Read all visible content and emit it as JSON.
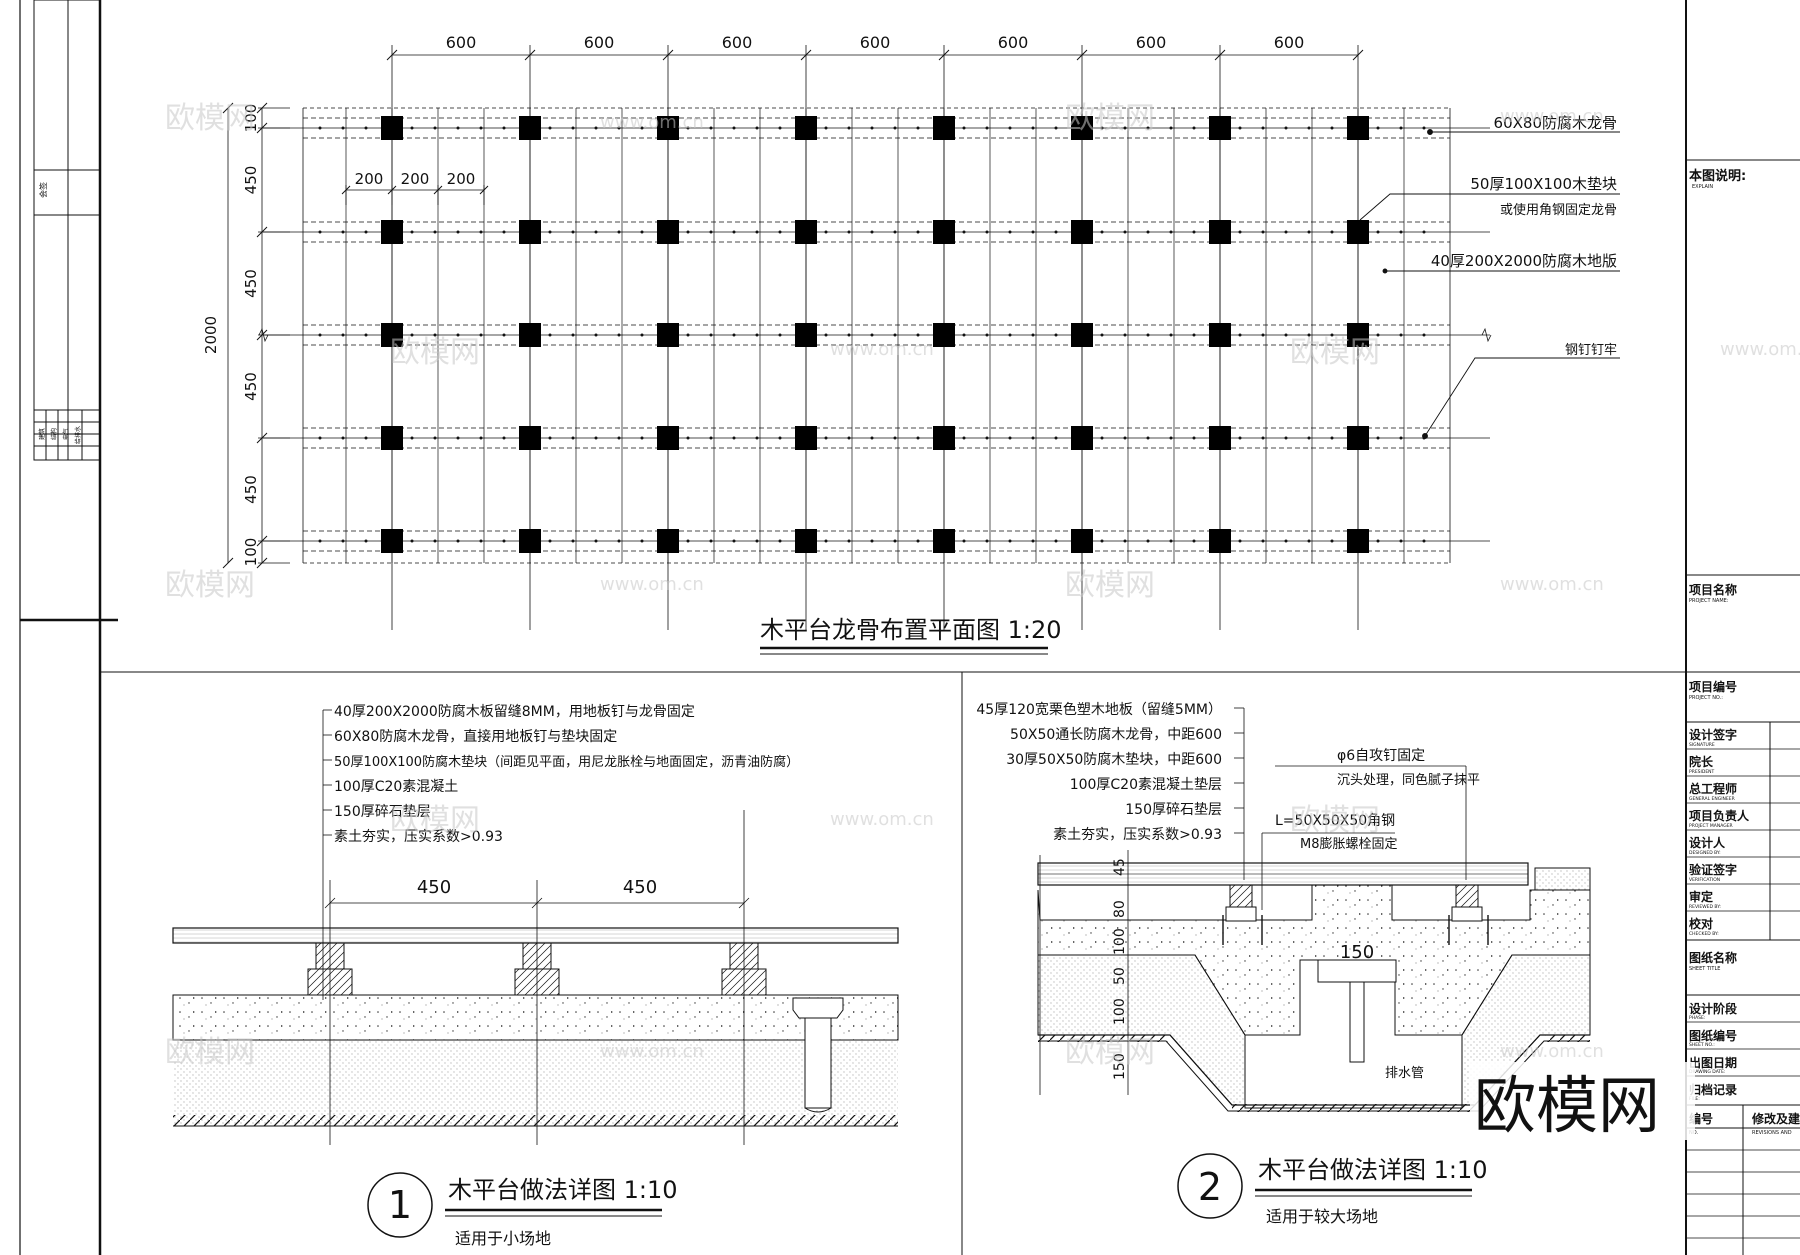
{
  "plan": {
    "title": "木平台龙骨布置平面图 1:20",
    "dims_top": [
      "600",
      "600",
      "600",
      "600",
      "600",
      "600",
      "600"
    ],
    "dims_left": [
      "100",
      "450",
      "450",
      "450",
      "450",
      "100"
    ],
    "dim_total": "2000",
    "dims_200": [
      "200",
      "200",
      "200"
    ],
    "labels": {
      "keel": "60X80防腐木龙骨",
      "block1": "50厚100X100木垫块",
      "block2": "或使用角钢固定龙骨",
      "board": "40厚200X2000防腐木地版",
      "nail": "钢钉钉牢"
    }
  },
  "detail1": {
    "number": "1",
    "title": "木平台做法详图 1:10",
    "subtitle": "适用于小场地",
    "spacing": [
      "450",
      "450"
    ],
    "layers": [
      "40厚200X2000防腐木板留缝8MM，用地板钉与龙骨固定",
      "60X80防腐木龙骨，直接用地板钉与垫块固定",
      "50厚100X100防腐木垫块（间距见平面，用尼龙胀栓与地面固定，沥青油防腐）",
      "100厚C20素混凝土",
      "150厚碎石垫层",
      "素土夯实，压实系数>0.93"
    ]
  },
  "detail2": {
    "number": "2",
    "title": "木平台做法详图 1:10",
    "subtitle": "适用于较大场地",
    "layers": [
      "45厚120宽栗色塑木地板（留缝5MM）",
      "50X50通长防腐木龙骨，中距600",
      "30厚50X50防腐木垫块，中距600",
      "100厚C20素混凝土垫层",
      "150厚碎石垫层",
      "素土夯实，压实系数>0.93"
    ],
    "notes": [
      "φ6自攻钉固定",
      "沉头处理，同色腻子抹平",
      "L=50X50X50角钢",
      "M8膨胀螺栓固定"
    ],
    "drain_label": "排水管",
    "dim_150": "150",
    "vdims": [
      "45",
      "80",
      "100",
      "50",
      "100",
      "150"
    ]
  },
  "titleblock": {
    "explain": "本图说明:",
    "explain_en": "EXPLAIN",
    "project_name": "项目名称",
    "project_name_en": "PROJECT NAME:",
    "project_no": "项目编号",
    "project_no_en": "PROJECT NO.:",
    "rows": [
      {
        "cn": "设计签字",
        "en": "SIGNATURE"
      },
      {
        "cn": "院长",
        "en": "PRESIDENT"
      },
      {
        "cn": "总工程师",
        "en": "GENERAL ENGINEER"
      },
      {
        "cn": "项目负责人",
        "en": "PROJECT MANAGER"
      },
      {
        "cn": "设计人",
        "en": "DESIGNED BY:"
      },
      {
        "cn": "验证签字",
        "en": "VERIFICATION"
      },
      {
        "cn": "审定",
        "en": "REVIEWED BY:"
      },
      {
        "cn": "校对",
        "en": "CHECKED BY:"
      }
    ],
    "sheet_title": "图纸名称",
    "sheet_title_en": "SHEET TITLE",
    "lower_rows": [
      {
        "cn": "设计阶段",
        "en": "PHASE:"
      },
      {
        "cn": "图纸编号",
        "en": "SHEET NO.:"
      },
      {
        "cn": "出图日期",
        "en": "DRAWING DATE:"
      },
      {
        "cn": "归档记录",
        "en": "FILE:"
      }
    ],
    "rev_no": "编号",
    "rev_no_en": "NO.",
    "rev_desc": "修改及建",
    "rev_desc_en": "REVISIONS AND"
  },
  "left_strip": {
    "top_label": "会签",
    "items": [
      "建筑",
      "结构",
      "电气",
      "给排水"
    ]
  },
  "watermark": {
    "logo": "欧模网",
    "url": "www.om.cn"
  }
}
